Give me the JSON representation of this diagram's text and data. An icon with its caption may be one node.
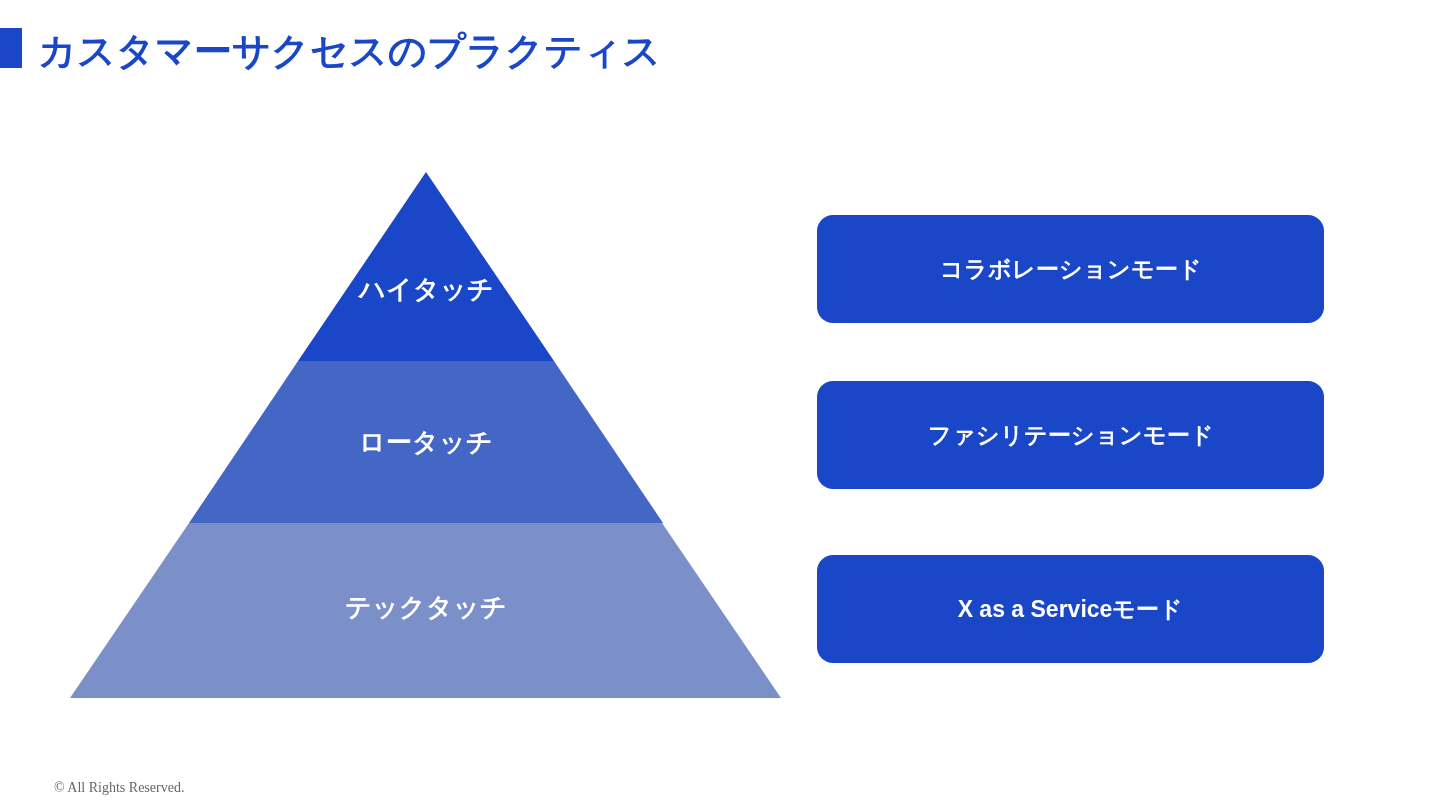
{
  "diagram": {
    "title": "カスタマーサクセスのプラクティス",
    "nodes": [
      {
        "text": [
          "ハイタッチ"
        ]
      },
      {
        "text": [
          "ロータッチ"
        ]
      },
      {
        "text": [
          "テックタッチ"
        ]
      },
      {
        "text": [
          "コラボレーションモード"
        ]
      },
      {
        "text": [
          "ファシリテーションモード"
        ]
      },
      {
        "text": [
          "X as a Serviceモード"
        ]
      }
    ],
    "labels": [
      "© All Rights Reserved."
    ]
  }
}
